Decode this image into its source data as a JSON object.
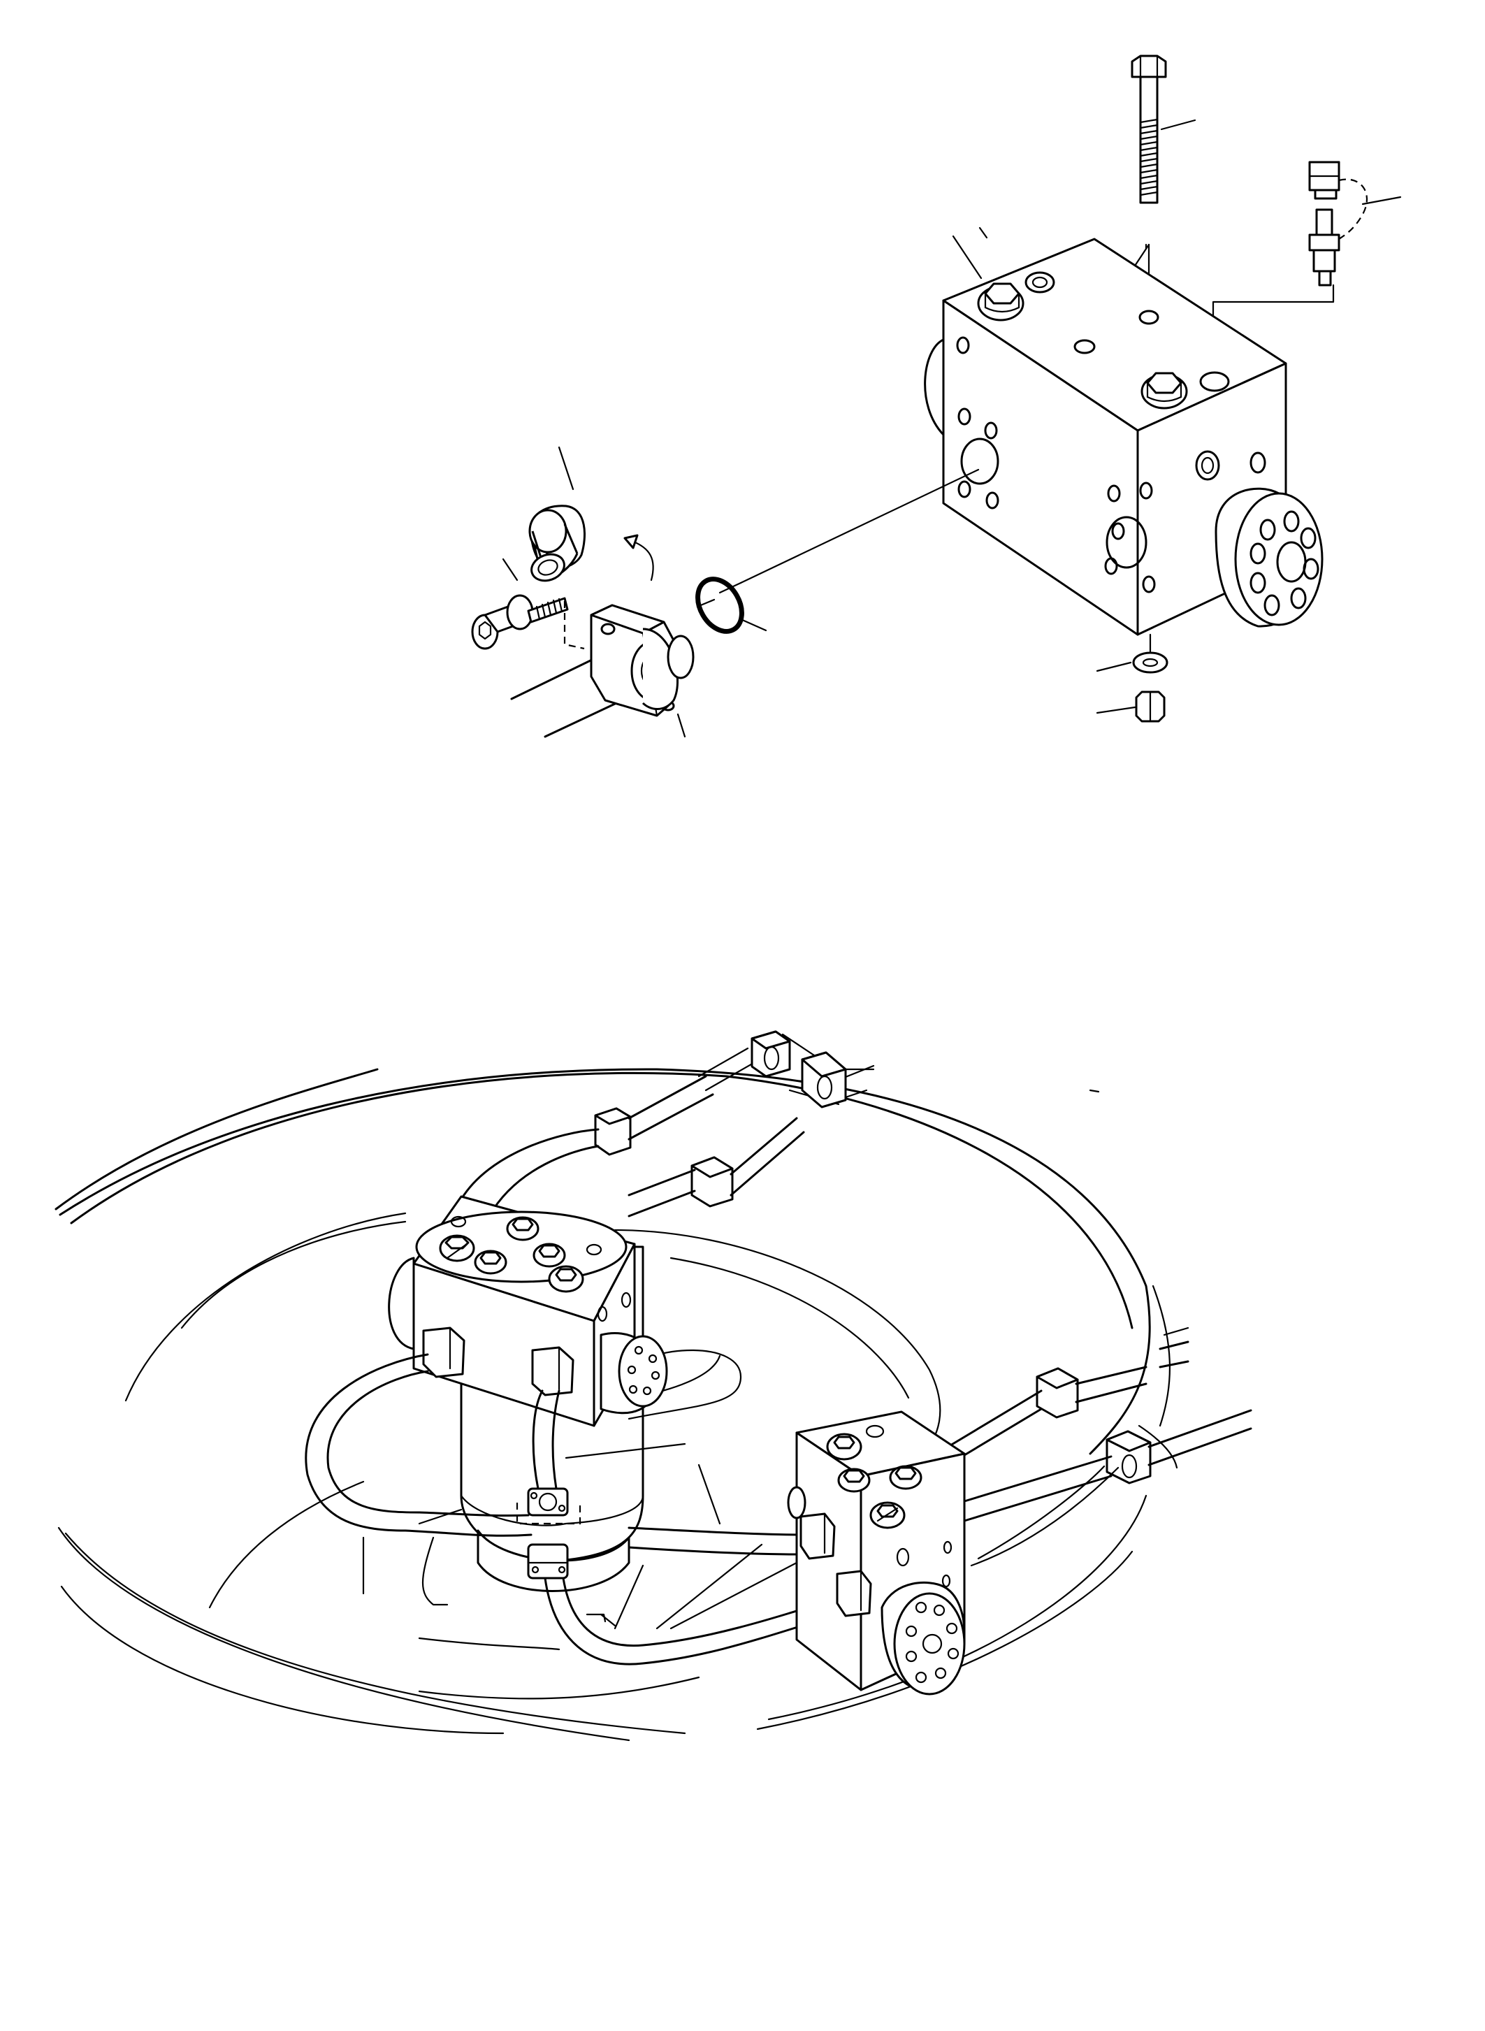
{
  "figure": {
    "upper_view": "exploded-valve-block",
    "lower_view": "installed-swivel-assembly"
  },
  "colors": {
    "line": "#000000",
    "background": "#ffffff"
  },
  "parts": [
    {
      "name": "long-bolt"
    },
    {
      "name": "test-port-fitting"
    },
    {
      "name": "valve-block"
    },
    {
      "name": "flange-cap"
    },
    {
      "name": "socket-head-screw"
    },
    {
      "name": "o-ring"
    },
    {
      "name": "split-flange"
    },
    {
      "name": "washer"
    },
    {
      "name": "nut"
    }
  ]
}
